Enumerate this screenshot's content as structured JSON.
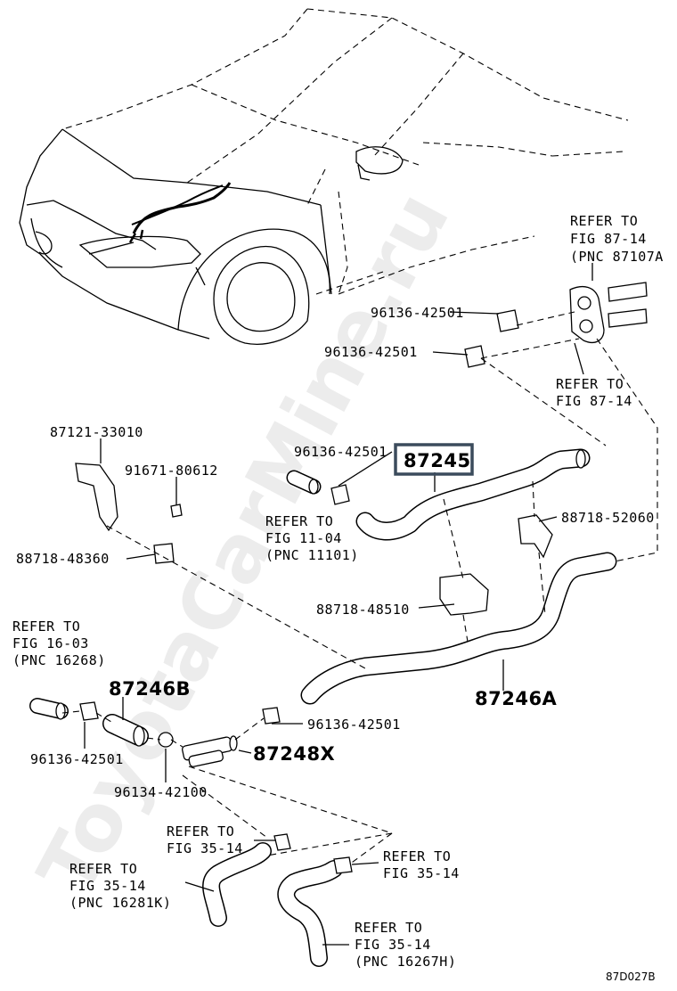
{
  "watermark": "ToyotaCarMine.ru",
  "figure_code": "87D027B",
  "parts": {
    "p87245": "87245",
    "p87246B": "87246B",
    "p87246A": "87246A",
    "p87248X": "87248X",
    "clamp_top1": "96136-42501",
    "clamp_top2": "96136-42501",
    "clamp_mid": "96136-42501",
    "clamp_lower_right": "96136-42501",
    "clamp_lower_left": "96136-42501",
    "clamp_96134": "96134-42100",
    "bracket_87121": "87121-33010",
    "bolt_91671": "91671-80612",
    "clamp_88718_48360": "88718-48360",
    "clamp_88718_48510": "88718-48510",
    "clamp_88718_52060": "88718-52060"
  },
  "refs": {
    "r1": [
      "REFER TO",
      "FIG 87-14",
      "(PNC 87107A"
    ],
    "r2": [
      "REFER TO",
      "FIG 87-14"
    ],
    "r3": [
      "REFER TO",
      "FIG 11-04",
      "(PNC 11101)"
    ],
    "r4": [
      "REFER TO",
      "FIG 16-03",
      "(PNC 16268)"
    ],
    "r5": [
      "REFER TO",
      "FIG 35-14"
    ],
    "r6": [
      "REFER TO",
      "FIG 35-14",
      "(PNC 16281K)"
    ],
    "r7": [
      "REFER TO",
      "FIG 35-14"
    ],
    "r8": [
      "REFER TO",
      "FIG 35-14",
      "(PNC 16267H)"
    ]
  },
  "colors": {
    "ink": "#000000",
    "highlight_box": "#3b4b5c"
  }
}
